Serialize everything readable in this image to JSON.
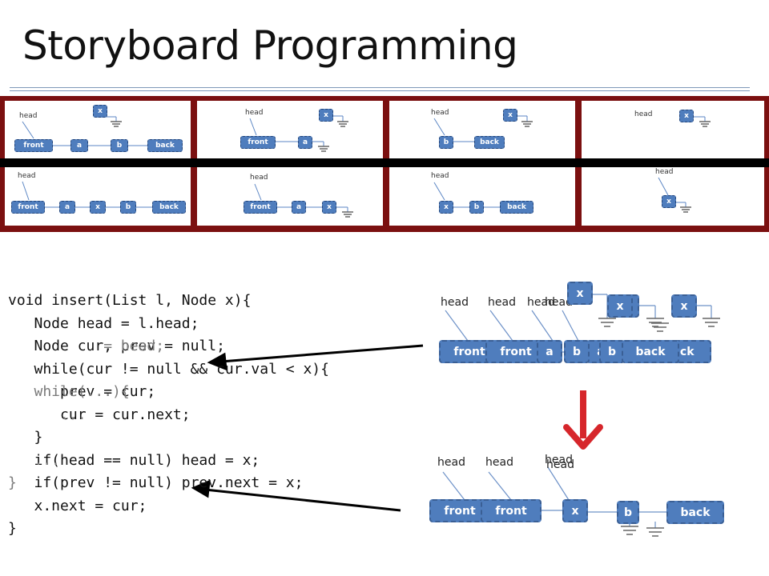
{
  "title": "Storyboard Programming",
  "labels": {
    "head": "head",
    "front": "front",
    "back": "back",
    "a": "a",
    "b": "b",
    "x": "x"
  },
  "code_lines": [
    "void insert(List l, Node x){",
    "   Node head = l.head;",
    "   Node cur, prev = null;",
    "   while(cur != null && cur.val < x){",
    "      prev = cur;",
    "      cur = cur.next;",
    "   }",
    "   if(head == null) head = x;",
    "   if(prev != null) prev.next = x;",
    "   x.next = cur;",
    "}"
  ],
  "code_overlay_lines": [
    "",
    "",
    "           = head;",
    "",
    "   while(...){",
    "      ...",
    "",
    "   ...",
    "}",
    "",
    ""
  ],
  "colors": {
    "node_fill": "#4f7dbd",
    "strip": "#7b1010",
    "red_arrow": "#d6262b",
    "code_ghost": "#7a7a7a"
  }
}
